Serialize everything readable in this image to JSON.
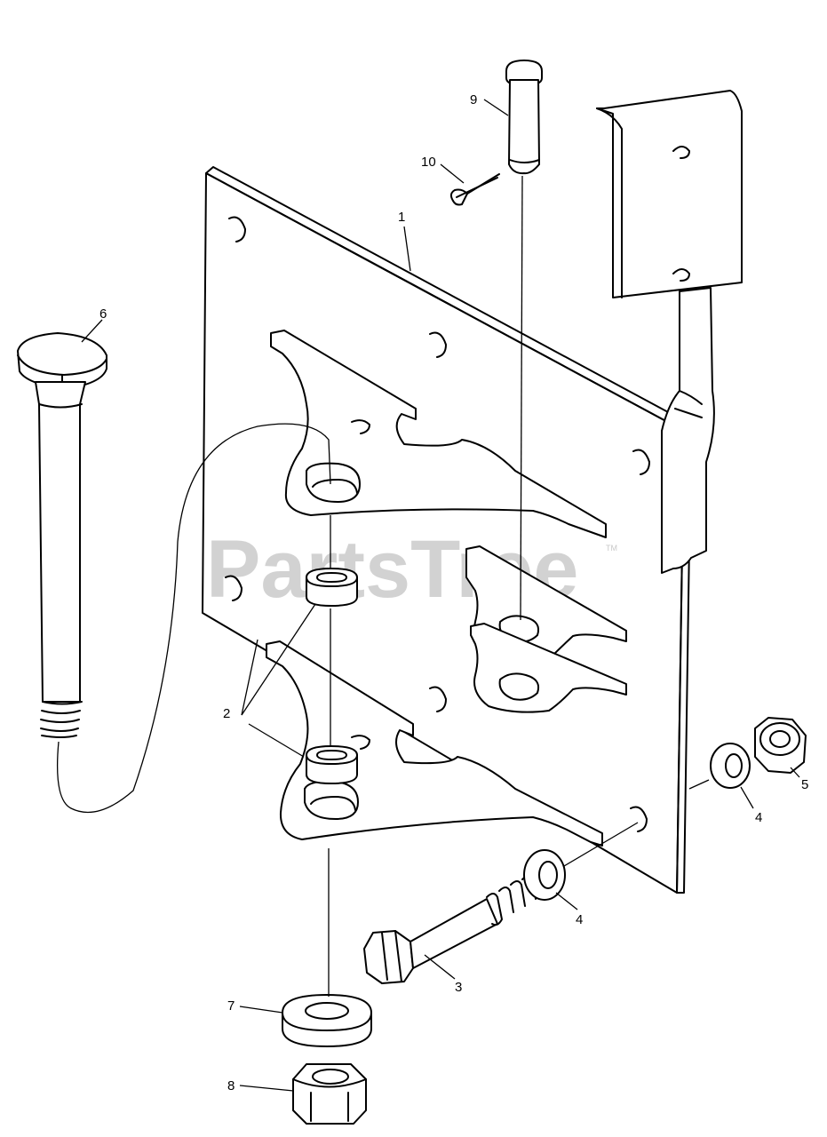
{
  "watermark": {
    "text": "PartsTree",
    "trademark": "TM"
  },
  "callouts": [
    {
      "id": "c1",
      "label": "1"
    },
    {
      "id": "c2",
      "label": "2"
    },
    {
      "id": "c3",
      "label": "3"
    },
    {
      "id": "c4a",
      "label": "4"
    },
    {
      "id": "c4b",
      "label": "4"
    },
    {
      "id": "c5",
      "label": "5"
    },
    {
      "id": "c6",
      "label": "6"
    },
    {
      "id": "c7",
      "label": "7"
    },
    {
      "id": "c8",
      "label": "8"
    },
    {
      "id": "c9",
      "label": "9"
    },
    {
      "id": "c10",
      "label": "10"
    }
  ]
}
